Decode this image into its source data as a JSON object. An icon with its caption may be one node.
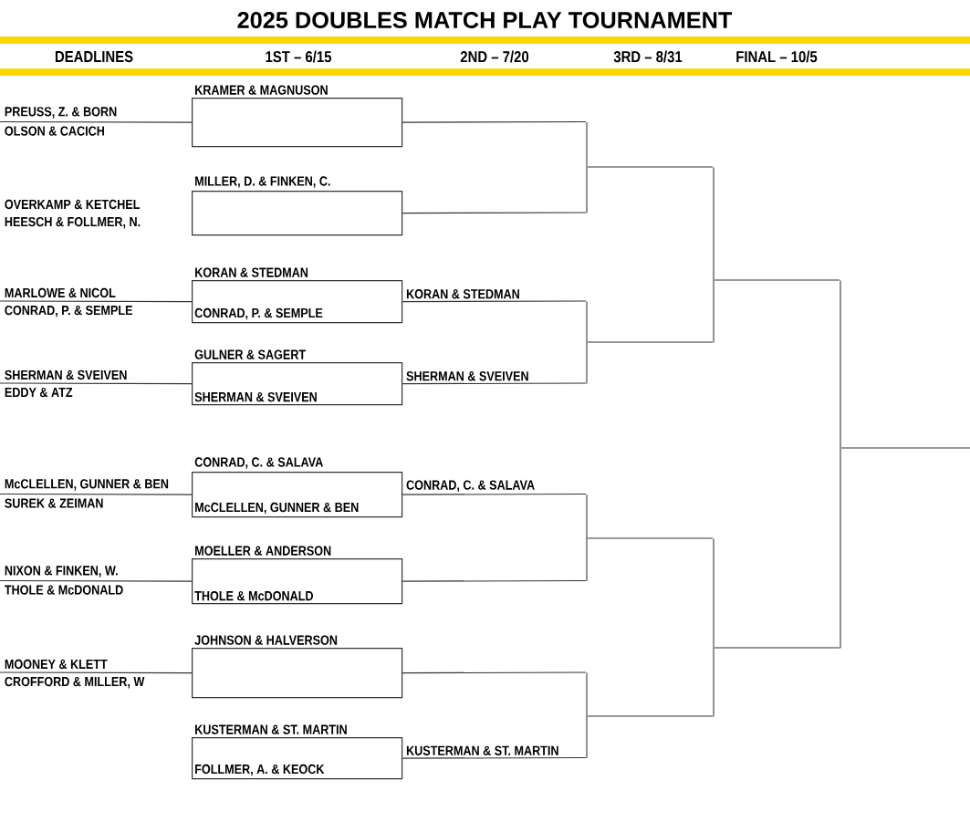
{
  "diagram": {
    "title": "2025 DOUBLES MATCH PLAY TOURNAMENT",
    "nodes": [
      {
        "text": [
          "KRAMER & MAGNUSON"
        ]
      },
      {
        "text": [
          "MILLER, D. & FINKEN, C."
        ]
      },
      {
        "text": [
          "KORAN & STEDMAN",
          "CONRAD, P. & SEMPLE"
        ]
      },
      {
        "text": [
          "GULNER & SAGERT",
          "SHERMAN & SVEIVEN"
        ]
      },
      {
        "text": [
          "CONRAD, C. & SALAVA",
          "McCLELLEN, GUNNER & BEN"
        ]
      },
      {
        "text": [
          "MOELLER & ANDERSON",
          "THOLE & McDONALD"
        ]
      },
      {
        "text": [
          "JOHNSON & HALVERSON"
        ]
      },
      {
        "text": [
          "KUSTERMAN & ST. MARTIN",
          "FOLLMER, A. & KEOCK"
        ]
      },
      {
        "text": [
          "PREUSS, Z. & BORN",
          "OLSON & CACICH"
        ]
      },
      {
        "text": [
          "OVERKAMP & KETCHEL",
          "HEESCH & FOLLMER, N."
        ]
      },
      {
        "text": [
          "MARLOWE & NICOL",
          "CONRAD, P. & SEMPLE"
        ]
      },
      {
        "text": [
          "SHERMAN & SVEIVEN",
          "EDDY & ATZ"
        ]
      },
      {
        "text": [
          "McCLELLEN, GUNNER & BEN",
          "SUREK & ZEIMAN"
        ]
      },
      {
        "text": [
          "NIXON & FINKEN, W.",
          "THOLE & McDONALD"
        ]
      },
      {
        "text": [
          "MOONEY & KLETT",
          "CROFFORD & MILLER, W"
        ]
      },
      {
        "text": [],
        "shape": "bar"
      },
      {
        "text": [],
        "shape": "bar"
      },
      {
        "text": [],
        "shape": "bar"
      },
      {
        "text": [],
        "shape": "bar"
      },
      {
        "text": [],
        "shape": "bar"
      },
      {
        "text": [],
        "shape": "bar"
      },
      {
        "text": [],
        "shape": "bar"
      }
    ],
    "edges": [
      {
        "from": 8,
        "to": 0,
        "arrow": "none"
      },
      {
        "from": 10,
        "to": 2,
        "arrow": "none"
      },
      {
        "from": 11,
        "to": 3,
        "arrow": "none"
      },
      {
        "from": 12,
        "to": 4,
        "arrow": "none"
      },
      {
        "from": 13,
        "to": 5,
        "arrow": "none"
      },
      {
        "from": 14,
        "to": 6,
        "arrow": "none"
      },
      {
        "from": 0,
        "to": 15,
        "arrow": "none"
      },
      {
        "from": 1,
        "to": 15,
        "arrow": "none"
      },
      {
        "from": 2,
        "to": 16,
        "arrow": "none",
        "label": "KORAN & STEDMAN"
      },
      {
        "from": 3,
        "to": 16,
        "arrow": "none",
        "label": "SHERMAN & SVEIVEN"
      },
      {
        "from": 4,
        "to": 17,
        "arrow": "none",
        "label": "CONRAD, C. & SALAVA"
      },
      {
        "from": 5,
        "to": 17,
        "arrow": "none"
      },
      {
        "from": 6,
        "to": 18,
        "arrow": "none"
      },
      {
        "from": 7,
        "to": 18,
        "arrow": "none",
        "label": "KUSTERMAN & ST. MARTIN"
      },
      {
        "from": 15,
        "to": 19,
        "arrow": "none"
      },
      {
        "from": 16,
        "to": 19,
        "arrow": "none"
      },
      {
        "from": 17,
        "to": 20,
        "arrow": "none"
      },
      {
        "from": 18,
        "to": 20,
        "arrow": "none"
      },
      {
        "from": 19,
        "to": 21,
        "arrow": "none"
      },
      {
        "from": 20,
        "to": 21,
        "arrow": "none"
      },
      {
        "from": 21,
        "to": null,
        "arrow": "none"
      }
    ],
    "labels": [
      "DEADLINES",
      "1ST – 6/15",
      "2ND – 7/20",
      "3RD – 8/31",
      "FINAL – 10/5"
    ]
  }
}
